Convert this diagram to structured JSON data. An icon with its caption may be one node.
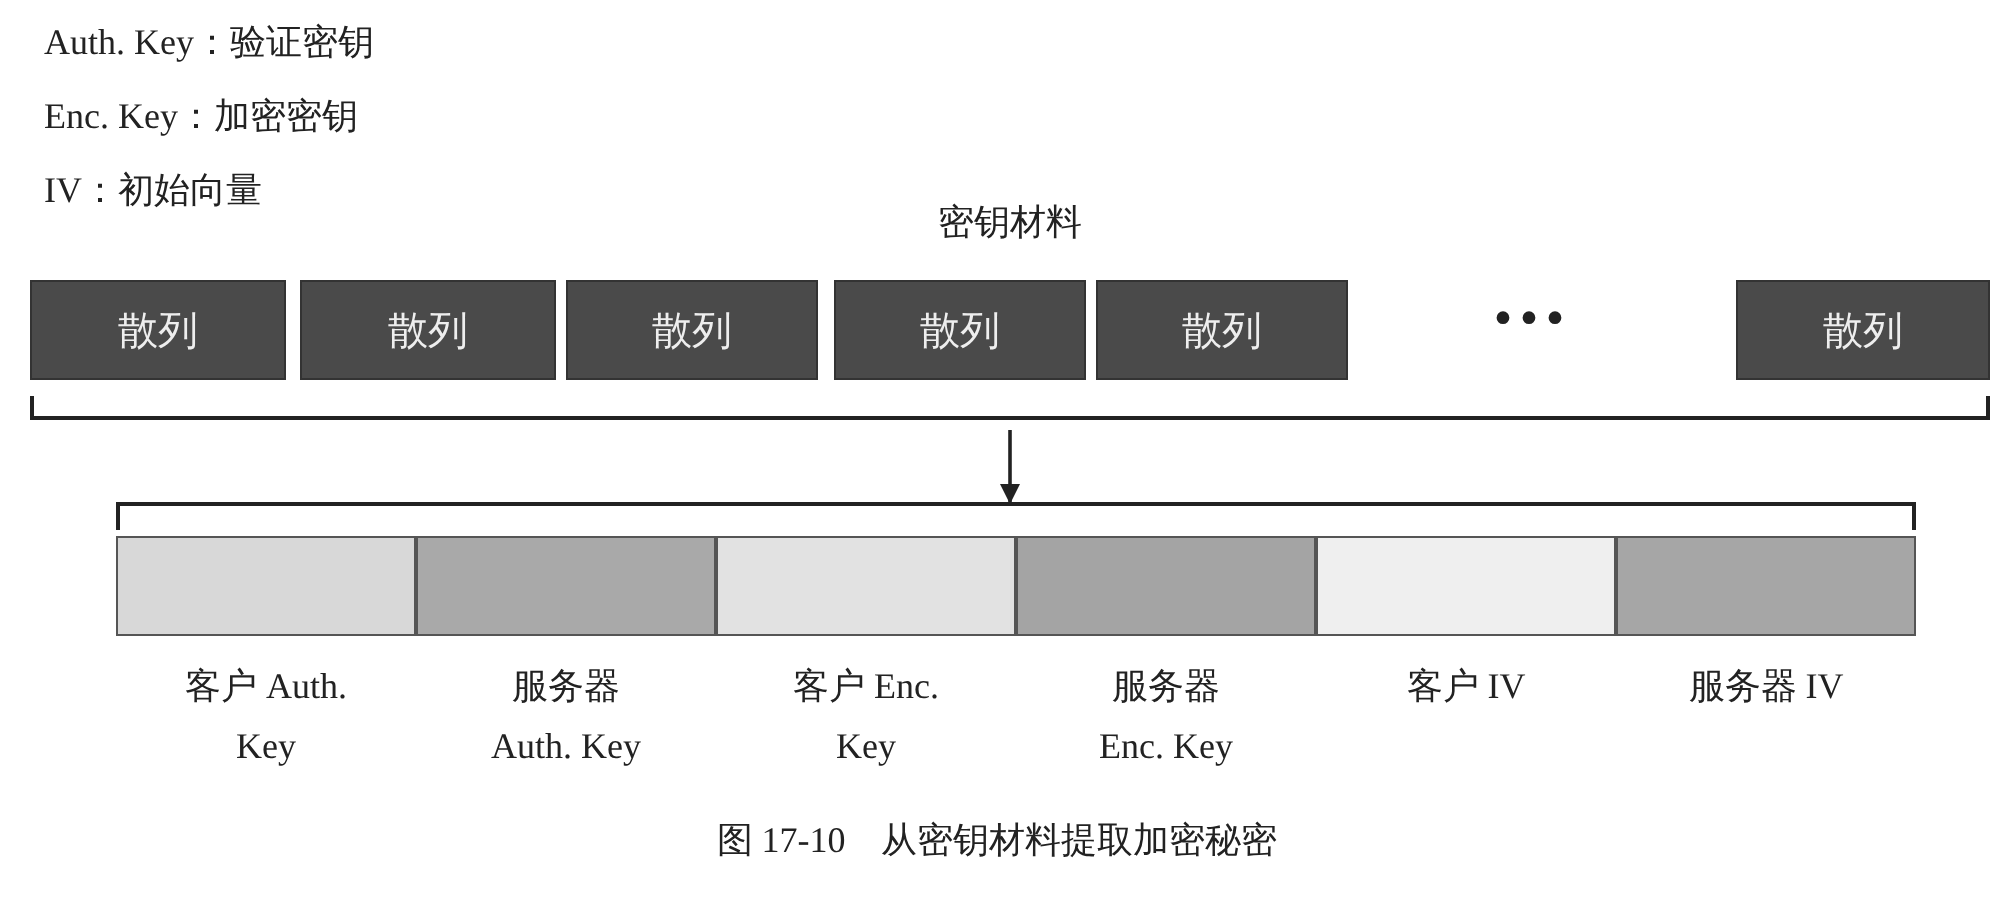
{
  "diagram": {
    "caption": "图 17-10　从密钥材料提取加密秘密",
    "nodes": [
      {
        "text": [
          "密钥材料"
        ]
      },
      {
        "text": [
          "散列"
        ],
        "in": 0
      },
      {
        "text": [
          "散列"
        ],
        "in": 0
      },
      {
        "text": [
          "散列"
        ],
        "in": 0
      },
      {
        "text": [
          "散列"
        ],
        "in": 0
      },
      {
        "text": [
          "散列"
        ],
        "in": 0
      },
      {
        "text": [
          "散列"
        ],
        "in": 0
      },
      {
        "text": [],
        "shape": "bar"
      },
      {
        "text": [],
        "shape": "box",
        "in": 7,
        "beside": [
          "客户 Auth. Key"
        ]
      },
      {
        "text": [],
        "shape": "box",
        "in": 7,
        "beside": [
          "服务器 Auth. Key"
        ]
      },
      {
        "text": [],
        "shape": "box",
        "in": 7,
        "beside": [
          "客户 Enc. Key"
        ]
      },
      {
        "text": [],
        "shape": "box",
        "in": 7,
        "beside": [
          "服务器 Enc. Key"
        ]
      },
      {
        "text": [],
        "shape": "box",
        "in": 7,
        "beside": [
          "客户 IV"
        ]
      },
      {
        "text": [],
        "shape": "box",
        "in": 7,
        "beside": [
          "服务器 IV"
        ]
      }
    ],
    "edges": [
      {
        "from": 0,
        "to": 7,
        "arrow": "to"
      }
    ],
    "labels": [
      "Auth. Key：验证密钥",
      "Enc. Key：加密密钥",
      "IV：初始向量",
      "•••"
    ]
  }
}
